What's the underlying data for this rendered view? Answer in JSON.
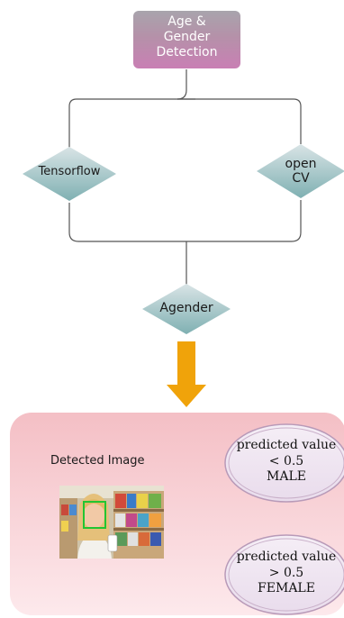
{
  "title": {
    "lines": [
      "Age &",
      "Gender",
      "Detection"
    ]
  },
  "frameworks": {
    "left": {
      "lines": [
        "Tensorflow"
      ]
    },
    "right": {
      "lines": [
        "open",
        "CV"
      ]
    }
  },
  "model": {
    "lines": [
      "Agender"
    ]
  },
  "result": {
    "image_label": "Detected Image",
    "male": {
      "lines": [
        "predicted value",
        "< 0.5",
        "MALE"
      ]
    },
    "female": {
      "lines": [
        "predicted value",
        "> 0.5",
        "FEMALE"
      ]
    }
  },
  "colors": {
    "diamond": "#8fb8bb",
    "arrow": "#f0a30a",
    "panel": "#f6c8cd",
    "ellipse": "#ede2ef",
    "face_box": "#22c532"
  }
}
